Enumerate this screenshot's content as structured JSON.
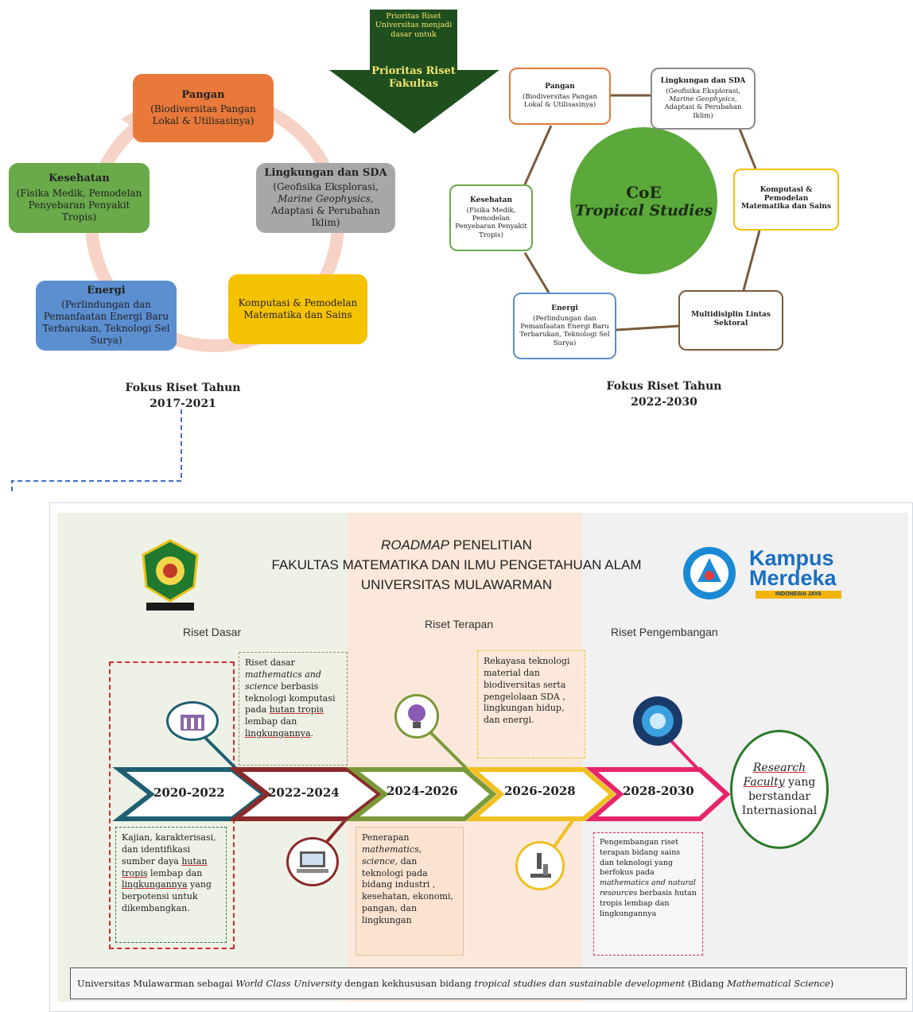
{
  "arrow_note": {
    "small": "Prioritas Riset Universitas menjadi dasar untuk",
    "big": "Prioritas Riset Fakultas"
  },
  "left_cycle": {
    "pangan": {
      "title": "Pangan",
      "desc": "(Biodiversitas Pangan Lokal & Utilisasinya)"
    },
    "lingkungan": {
      "title": "Lingkungan dan SDA",
      "desc1": "(Geofisika Eksplorasi,",
      "desc2": "Marine Geophysics,",
      "desc3": "Adaptasi & Perubahan Iklim)"
    },
    "kesehatan": {
      "title": "Kesehatan",
      "desc": "(Fisika Medik, Pemodelan Penyebaran Penyakit Tropis)"
    },
    "energi": {
      "title": "Energi",
      "desc": "(Perlindungan dan Pemanfaatan Energi Baru Terbarukan, Teknologi Sel Surya)"
    },
    "komputasi": {
      "title": "Komputasi & Pemodelan Matematika dan Sains"
    },
    "caption_line1": "Fokus Riset Tahun",
    "caption_line2": "2017-2021"
  },
  "right_hex": {
    "center_line1": "CoE",
    "center_line2": "Tropical Studies",
    "pangan": {
      "title": "Pangan",
      "desc": "(Biodiversitas Pangan Lokal & Utilisasinya)"
    },
    "lingkungan": {
      "title": "Lingkungan dan SDA",
      "desc1": "(Geofisika Eksplorasi,",
      "desc2": "Marine Geophysics,",
      "desc3": "Adaptasi & Perubahan Iklim)"
    },
    "kesehatan": {
      "title": "Kesehatan",
      "desc": "(Fisika Medik, Pemodelan Penyebaran Penyakit Tropis)"
    },
    "komputasi": {
      "title": "Komputasi & Pemodelan Matematika dan Sains"
    },
    "energi": {
      "title": "Energi",
      "desc": "(Perlindungan dan Pemanfaatan Energi Baru Terbarukan, Teknologi Sel Surya)"
    },
    "multi": {
      "title": "Multidisiplin Lintas Sektoral"
    },
    "caption_line1": "Fokus Riset Tahun",
    "caption_line2": "2022-2030"
  },
  "roadmap": {
    "title_em": "ROADMAP",
    "title_rest": " PENELITIAN",
    "subtitle1": "FAKULTAS MATEMATIKA DAN ILMU PENGETAHUAN ALAM",
    "subtitle2": "UNIVERSITAS MULAWARMAN",
    "logo_right_line1": "Kampus",
    "logo_right_line2": "Merdeka",
    "logo_right_tag": "INDONESIA JAYA",
    "phases": {
      "dasar": "Riset Dasar",
      "terapan": "Riset Terapan",
      "pengembangan": "Riset Pengembangan"
    },
    "years": [
      "2020-2022",
      "2022-2024",
      "2024-2026",
      "2026-2028",
      "2028-2030"
    ],
    "goal": {
      "em1": "Research",
      "em2": "Faculty",
      "rest": " yang berstandar Internasional"
    },
    "notes": {
      "n1": {
        "a": "Kajian, karakterisasi, dan identifikasi sumber daya ",
        "u1": "hutan tropis",
        "b": " lembap dan ",
        "u2": "lingkungannya",
        "c": " yang berpotensi untuk dikembangkan."
      },
      "n2": {
        "a": "Riset dasar ",
        "em": "mathematics and science",
        "b": " berbasis teknologi komputasi pada ",
        "u1": "hutan tropis",
        "c": " lembap dan ",
        "u2": "lingkungannya",
        "d": "."
      },
      "n3": {
        "a": "Penerapan ",
        "em": "mathematics, science,",
        "b": " dan teknologi pada bidang industri , kesehatan, ekonomi, pangan, dan lingkungan"
      },
      "n4": {
        "a": "Rekayasa teknologi material dan biodiversitas serta pengelolaan SDA , lingkungan hidup, dan energi."
      },
      "n5": {
        "a": "Pengembangan riset terapan bidang sains dan teknologi yang berfokus pada ",
        "em": "mathematics and natural resources",
        "b": " berbasis hutan tropis lembap dan lingkungannya"
      }
    },
    "footer": {
      "a": "Universitas Mulawarman sebagai ",
      "em1": "World Class University",
      "b": " dengan kekhususan bidang ",
      "em2": "tropical studies dan sustainable development",
      "c": " (Bidang ",
      "em3": "Mathematical Science",
      "d": ")"
    }
  },
  "colors": {
    "pangan": "#e8793a",
    "kesehatan": "#6aaa4a",
    "energi": "#5b8fd0",
    "komputasi": "#f5c200",
    "lingkungan": "#a7a7a7",
    "coe": "#5aa93a",
    "chev1": "#1f5f73",
    "chev2": "#8a2a2a",
    "chev3": "#7a9a3a",
    "chev4": "#f0c020",
    "chev5": "#e6246b"
  }
}
